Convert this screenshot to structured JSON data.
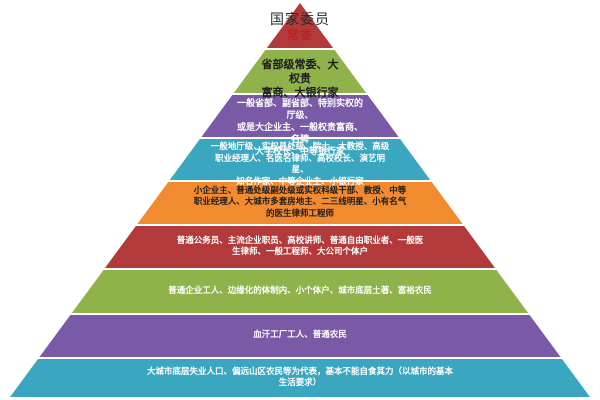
{
  "apex": {
    "title": "国家委员",
    "subtitle": "常委",
    "color": "#b23a3a"
  },
  "tiers": [
    {
      "text": "省部级常委、大权贵\n富商、大银行家",
      "color": "#8fb24a",
      "text_color": "#1c1c1c"
    },
    {
      "text": "一般省部、副省部、特别实权的厅级、\n或是大企业主、一般权贵富商、名牌\n大学校长、中等银行家",
      "color": "#7a5aa6",
      "text_color": "#ffffff"
    },
    {
      "text": "一般地厅级、实权县处级、院士、大教授、高级\n职业经理人、名医名律师、高校校长、演艺明星、\n知名作家、中等企业主、小银行家",
      "color": "#3aa6c0",
      "text_color": "#ffffff"
    },
    {
      "text": "小企业主、普通处级副处级或实权科级干部、教授、中等\n职业经理人、大城市多套房地主、二三线明星、小有名气\n的医生律师工程师",
      "color": "#f28a30",
      "text_color": "#1c1c1c"
    },
    {
      "text": "普通公务员、主流企业职员、高校讲师、普通自由职业者、一般医\n生律师、一般工程师、大公司个体户",
      "color": "#b23a3a",
      "text_color": "#ffffff"
    },
    {
      "text": "普通企业工人、边缘化的体制内、小个体户、城市底层土著、富裕农民",
      "color": "#8fb24a",
      "text_color": "#ffffff"
    },
    {
      "text": "血汗工厂工人、普通农民",
      "color": "#7a5aa6",
      "text_color": "#ffffff"
    },
    {
      "text": "大城市底层失业人口、偏远山区农民等为代表，基本不能自食其力（以城市的基本\n生活要求）",
      "color": "#3aa6c0",
      "text_color": "#ffffff"
    }
  ]
}
